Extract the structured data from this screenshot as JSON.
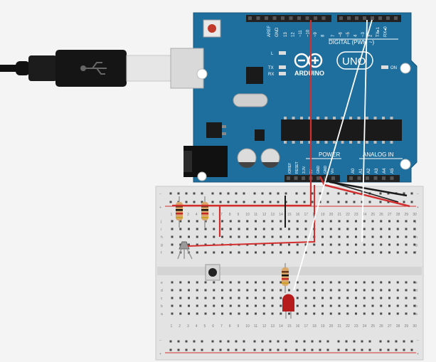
{
  "board": {
    "brand": "ARDUINO",
    "model": "UNO",
    "digital_label": "DIGITAL (PWM ~)",
    "power_label": "POWER",
    "analog_label": "ANALOG IN",
    "on_label": "ON",
    "l_label": "L",
    "tx_label": "TX",
    "rx_label": "RX",
    "aref_label": "AREF",
    "gnd_label": "GND",
    "digital_pins": [
      "13",
      "12",
      "~11",
      "~10",
      "~9",
      "8",
      "7",
      "~6",
      "~5",
      "4",
      "~3",
      "2",
      "TX▸1",
      "RX◂0"
    ],
    "power_pins": [
      "IOREF",
      "RESET",
      "3.3V",
      "5V",
      "GND",
      "GND",
      "Vin"
    ],
    "analog_pins": [
      "A0",
      "A1",
      "A2",
      "A3",
      "A4",
      "A5"
    ]
  },
  "breadboard": {
    "row_letters_top": [
      "j",
      "i",
      "h",
      "g",
      "f"
    ],
    "row_letters_bottom": [
      "e",
      "d",
      "c",
      "b",
      "a"
    ],
    "columns": [
      "1",
      "2",
      "3",
      "4",
      "5",
      "6",
      "7",
      "8",
      "9",
      "10",
      "11",
      "12",
      "13",
      "14",
      "15",
      "16",
      "17",
      "18",
      "19",
      "20",
      "21",
      "22",
      "23",
      "24",
      "25",
      "26",
      "27",
      "28",
      "29",
      "30"
    ],
    "rail_minus": "−",
    "rail_plus": "+"
  },
  "colors": {
    "board": "#1e6f9e",
    "wire_red": "#d32f2f",
    "wire_black": "#1a1a1a",
    "wire_white": "#ffffff",
    "led_red": "#b71c1c"
  }
}
